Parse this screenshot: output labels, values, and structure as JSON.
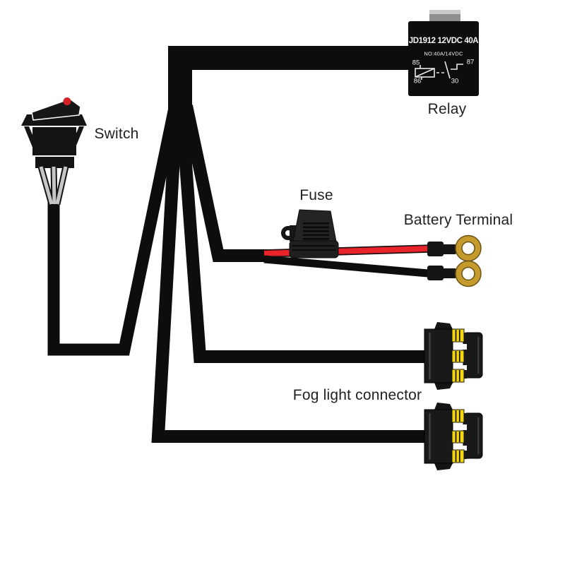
{
  "diagram": {
    "background": "#ffffff",
    "labels": {
      "switch": "Switch",
      "relay": "Relay",
      "fuse": "Fuse",
      "battery_terminal": "Battery Terminal",
      "fog_connector": "Fog light connector"
    },
    "relay": {
      "title": "JD1912 12VDC 40A",
      "rating": "NO:40A/14VDC",
      "pin_85": "85",
      "pin_86": "86",
      "pin_87": "87",
      "pin_30": "30"
    },
    "colors": {
      "wire_black": "#0d0d0d",
      "wire_red": "#e8232a",
      "ring_terminal_gold": "#c49a2d",
      "connector_slot_yellow": "#f6d70c",
      "switch_indicator_red": "#d42127",
      "relay_tab_gray": "#8f8f8f",
      "relay_text": "#f2f2f2",
      "label_text": "#231f20"
    }
  }
}
